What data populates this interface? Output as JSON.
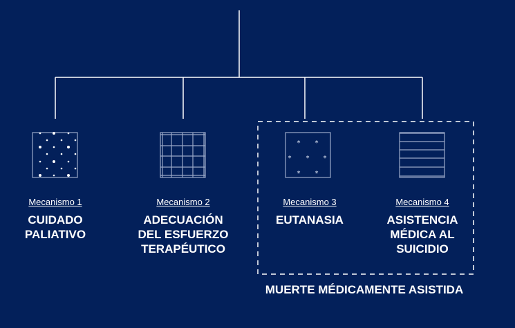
{
  "mechanisms": [
    {
      "label": "Mecanismo 1",
      "title": "CUIDADO PALIATIVO",
      "icon": "dots-pattern-icon"
    },
    {
      "label": "Mecanismo 2",
      "title": "ADECUACIÓN DEL ESFUERZO TERAPÉUTICO",
      "icon": "grid-pattern-icon"
    },
    {
      "label": "Mecanismo 3",
      "title": "EUTANASIA",
      "icon": "asterisk-pattern-icon"
    },
    {
      "label": "Mecanismo 4",
      "title": "ASISTENCIA MÉDICA AL SUICIDIO",
      "icon": "horizontal-lines-icon"
    }
  ],
  "group_label": "MUERTE MÉDICAMENTE ASISTIDA",
  "colors": {
    "background": "#03205a",
    "lines": "#ffffff"
  }
}
